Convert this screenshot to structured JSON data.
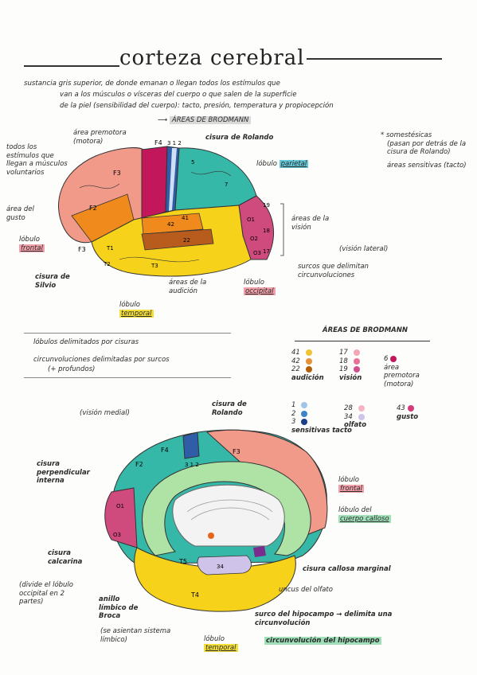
{
  "title": "corteza cerebral",
  "intro": {
    "line1": "sustancia gris superior, de donde emanan o llegan todos los estímulos que",
    "line2": "van a los músculos o vísceras del cuerpo o que salen de la superficie",
    "line3": "de la piel (sensibilidad del cuerpo): tacto, presión, temperatura y propiocepción"
  },
  "brodmann_heading": "ÁREAS DE BRODMANN",
  "lateral": {
    "labels": {
      "area_premotora": "área premotora",
      "motora": "(motora)",
      "cisura_rolando": "cisura de Rolando",
      "lobulo_parietal_pre": "lóbulo",
      "lobulo_parietal": "parietal",
      "todos_estimulos": "todos los estímulos que llegan a músculos voluntarios",
      "area_gusto": "área del gusto",
      "lobulo_frontal_pre": "lóbulo",
      "lobulo_frontal": "frontal",
      "cisura_silvio": "cisura de Silvio",
      "lobulo_temporal_pre": "lóbulo",
      "lobulo_temporal": "temporal",
      "areas_audicion": "áreas de la audición",
      "lobulo_occipital_pre": "lóbulo",
      "lobulo_occipital": "occipital",
      "surcos": "surcos que delimitan circunvoluciones",
      "areas_vision": "áreas de la visión",
      "vision_lateral": "(visión lateral)"
    },
    "region_labels": {
      "f4": "F4",
      "f3a": "F3",
      "f2": "F2",
      "f3b": "F3",
      "n312": "3 1 2",
      "n5": "5",
      "n7": "7",
      "o1": "O1",
      "n19": "19",
      "n18": "18",
      "n17": "17",
      "o2": "O2",
      "o3": "O3",
      "t1": "T1",
      "t2": "T2",
      "t3": "T3",
      "n41": "41",
      "n42": "42",
      "n22": "22"
    },
    "somestesicas": {
      "title": "* somestésicas",
      "desc": "(pasan por detrás de la cisura de Rolando)",
      "sens": "áreas sensitivas (tacto)"
    }
  },
  "notes": {
    "lobulos": "lóbulos delimitados por cisuras",
    "circ": "circunvoluciones delimitadas por surcos",
    "circ_sub": "(+ profundos)"
  },
  "legend": {
    "title": "ÁREAS DE BRODMANN",
    "audicion": {
      "label": "audición",
      "items": [
        {
          "n": "41",
          "color": "#f1c232"
        },
        {
          "n": "42",
          "color": "#e69138"
        },
        {
          "n": "22",
          "color": "#b45f06"
        }
      ]
    },
    "vision": {
      "label": "visión",
      "items": [
        {
          "n": "17",
          "color": "#f4a6b5"
        },
        {
          "n": "18",
          "color": "#e8739a"
        },
        {
          "n": "19",
          "color": "#d0508a"
        }
      ]
    },
    "premotora": {
      "label": "premotora (motora)",
      "n": "6",
      "color": "#c2185b",
      "prefix": "área"
    },
    "sensitivas": {
      "label": "sensitivas tacto",
      "items": [
        {
          "n": "1",
          "color": "#9fc5e8"
        },
        {
          "n": "2",
          "color": "#3d85c6"
        },
        {
          "n": "3",
          "color": "#1c3f8a"
        }
      ]
    },
    "olfato": {
      "label": "olfato",
      "items": [
        {
          "n": "28",
          "color": "#f4b6c2"
        },
        {
          "n": "34",
          "color": "#cfc3ea"
        }
      ]
    },
    "gusto": {
      "label": "gusto",
      "n": "43",
      "color": "#d63b79"
    }
  },
  "medial": {
    "vision_medial": "(visión medial)",
    "labels": {
      "cisura_rolando": "cisura de Rolando",
      "cisura_perpendicular": "cisura perpendicular interna",
      "cisura_calcarina": "cisura calcarina",
      "calcarina_desc": "(divide el lóbulo occipital en 2 partes)",
      "anillo_broca": "anillo límbico de Broca",
      "anillo_desc": "(se asientan sistema límbico)",
      "lobulo_temporal_pre": "lóbulo",
      "lobulo_temporal": "temporal",
      "lobulo_frontal_pre": "lóbulo",
      "lobulo_frontal": "frontal",
      "lobulo_cuerpo_calloso_pre": "lóbulo del",
      "lobulo_cuerpo_calloso": "cuerpo calloso",
      "cisura_callosa": "cisura callosa marginal",
      "uncus": "uncus del olfato",
      "surco_hipocampo": "surco del hipocampo → delimita una circunvolución",
      "circ_hipocampo": "circunvolución del hipocampo"
    },
    "region_labels": {
      "f4": "F4",
      "f3": "F3",
      "f2": "F2",
      "n312": "3 1 2",
      "o1": "O1",
      "o3": "O3",
      "t4": "T4",
      "t5": "T5",
      "n34": "34"
    }
  },
  "colors": {
    "f4": "#1b8fd6",
    "f3": "#f19a8a",
    "f2": "#e87d77",
    "frontal": "#e86f66",
    "premotor": "#c2185b",
    "parietal": "#36b8a8",
    "parietal_light": "#7cd8c7",
    "occipital": "#d04b7d",
    "temporal": "#f6d21a",
    "t_orange": "#f08a1c",
    "t_brown": "#b85c1e",
    "green": "#9be3a0",
    "limbic": "#aee3a5",
    "sens_blue": "#2f5da8"
  }
}
